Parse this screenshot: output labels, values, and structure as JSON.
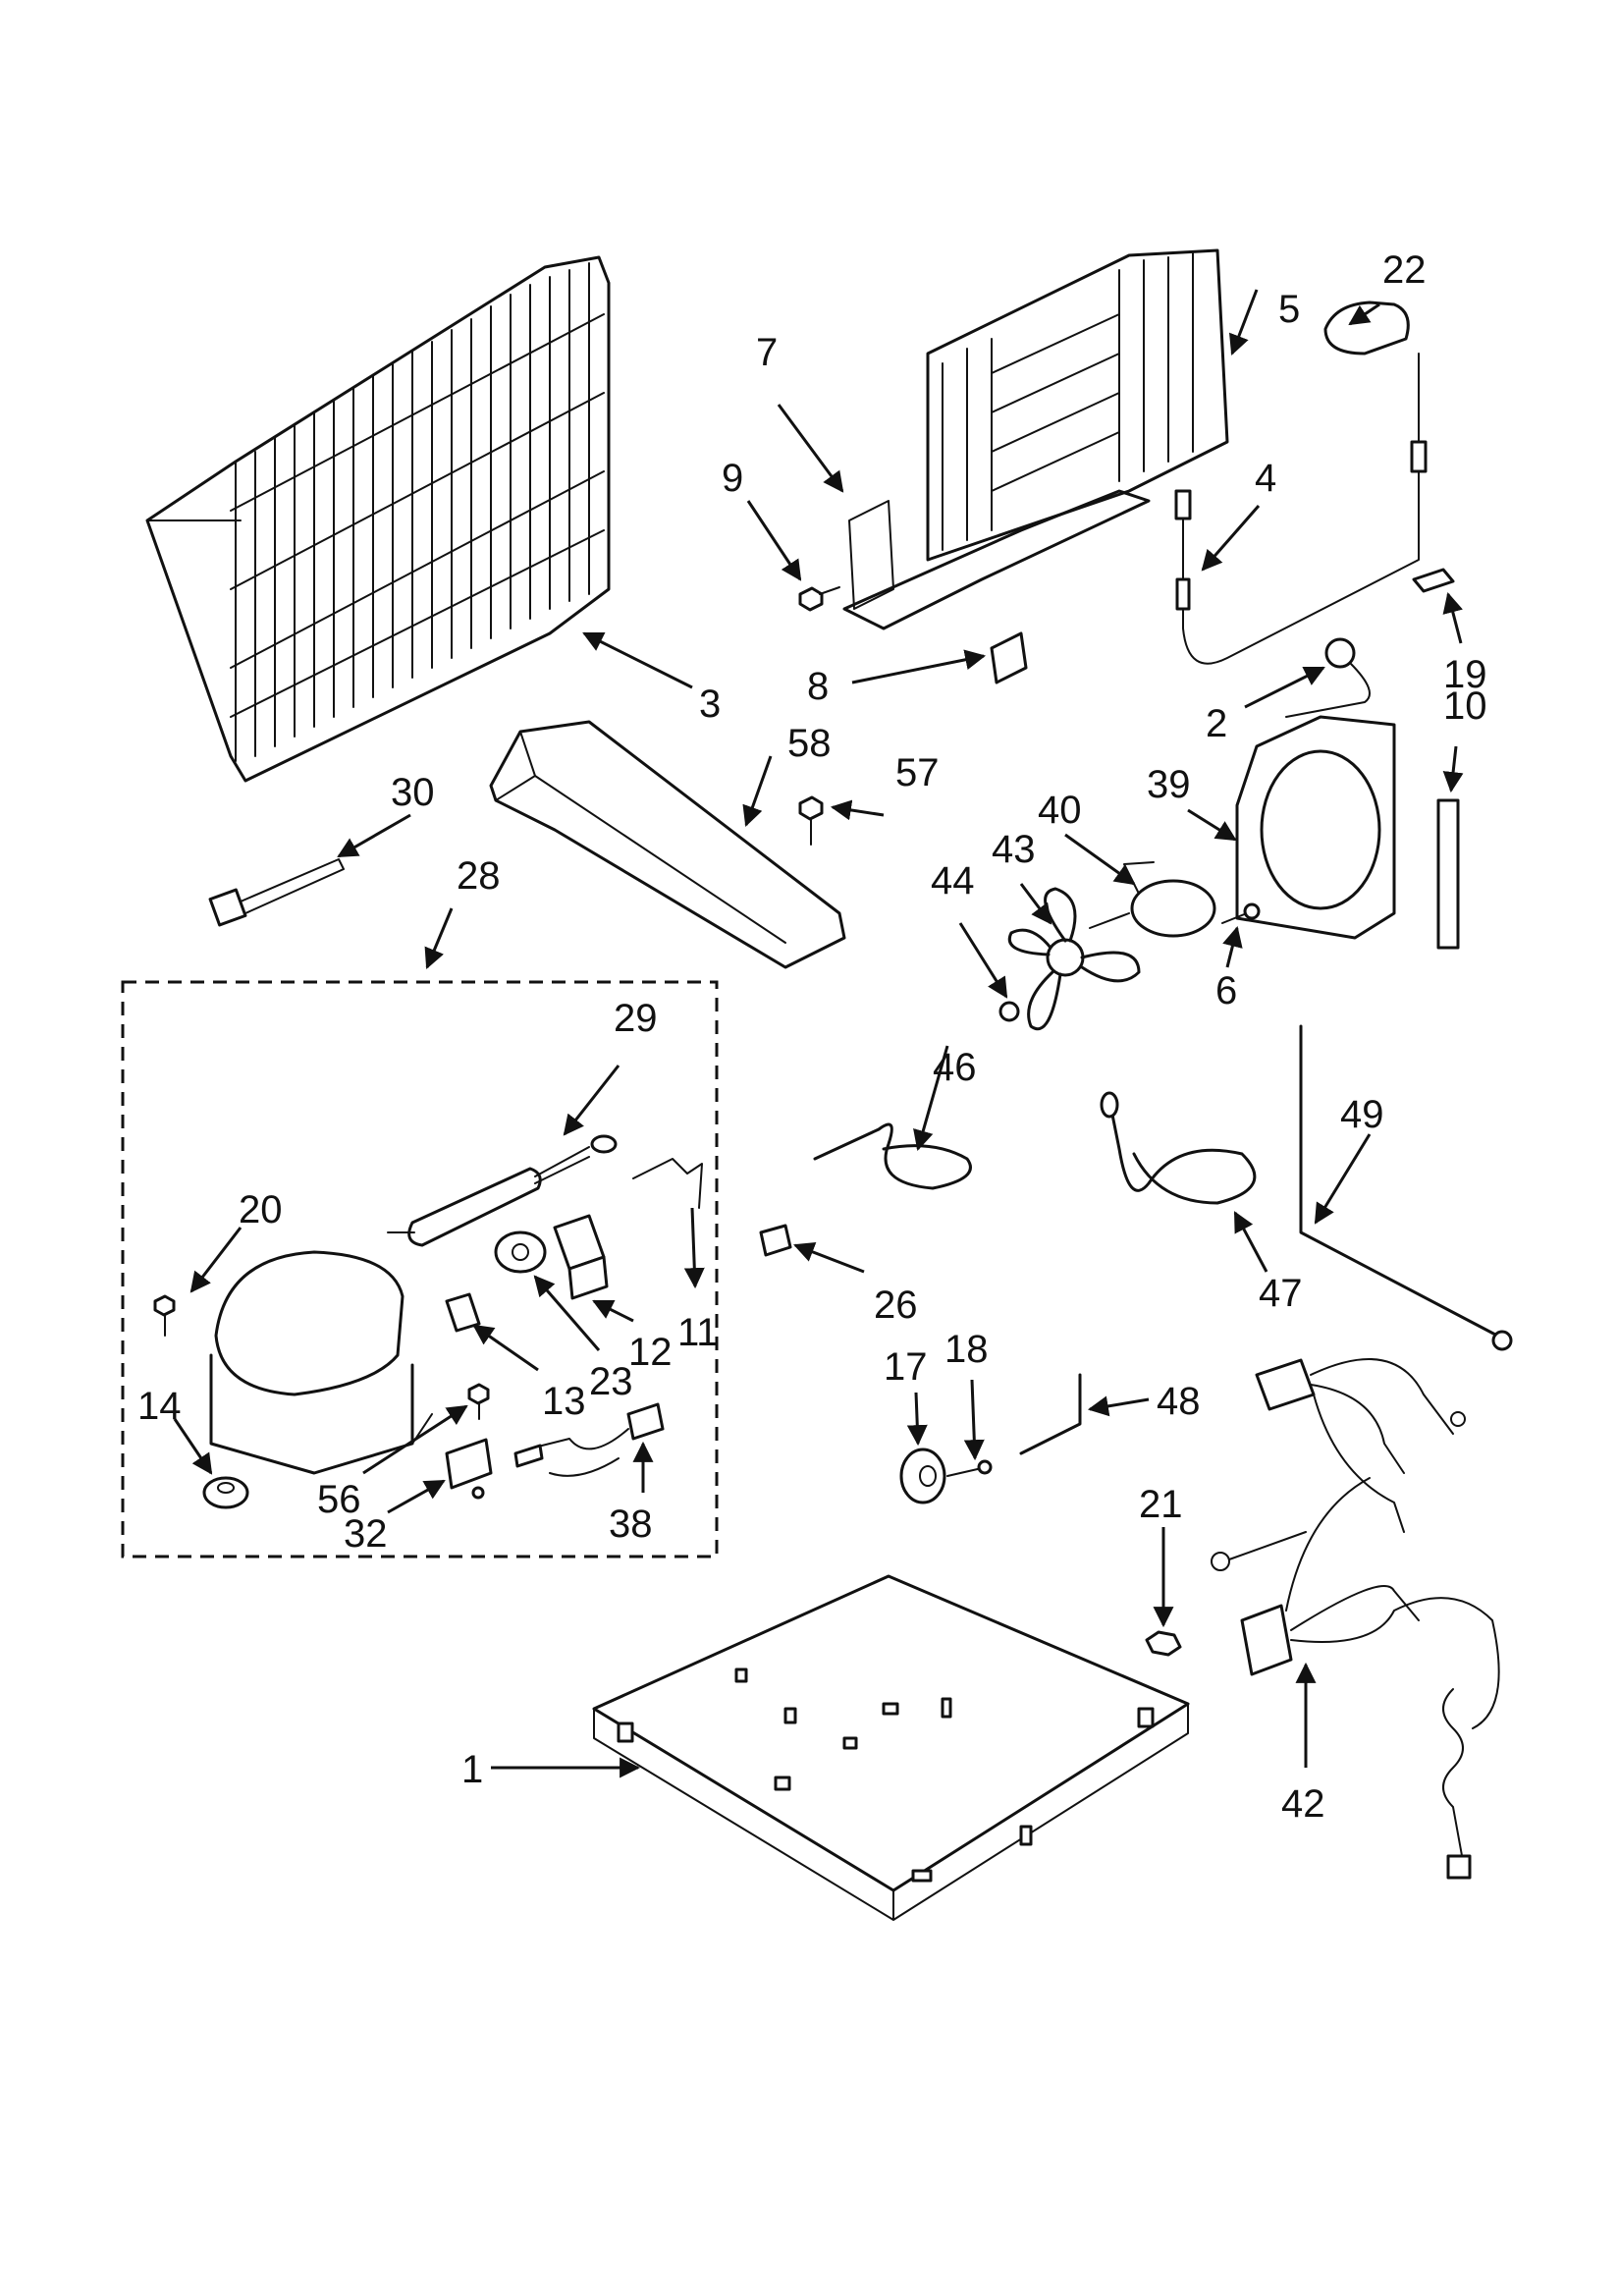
{
  "callouts": {
    "c1": "1",
    "c2": "2",
    "c3": "3",
    "c4": "4",
    "c5": "5",
    "c6": "6",
    "c7": "7",
    "c8": "8",
    "c9": "9",
    "c10": "10",
    "c11": "11",
    "c12": "12",
    "c13": "13",
    "c14": "14",
    "c17": "17",
    "c18": "18",
    "c19": "19",
    "c20": "20",
    "c21": "21",
    "c22": "22",
    "c23": "23",
    "c26": "26",
    "c28": "28",
    "c29": "29",
    "c30": "30",
    "c32": "32",
    "c38": "38",
    "c39": "39",
    "c40": "40",
    "c42": "42",
    "c43": "43",
    "c44": "44",
    "c46": "46",
    "c47": "47",
    "c48": "48",
    "c49": "49",
    "c56": "56",
    "c57": "57",
    "c58": "58"
  },
  "colors": {
    "ink": "#111111",
    "paper": "#ffffff"
  }
}
